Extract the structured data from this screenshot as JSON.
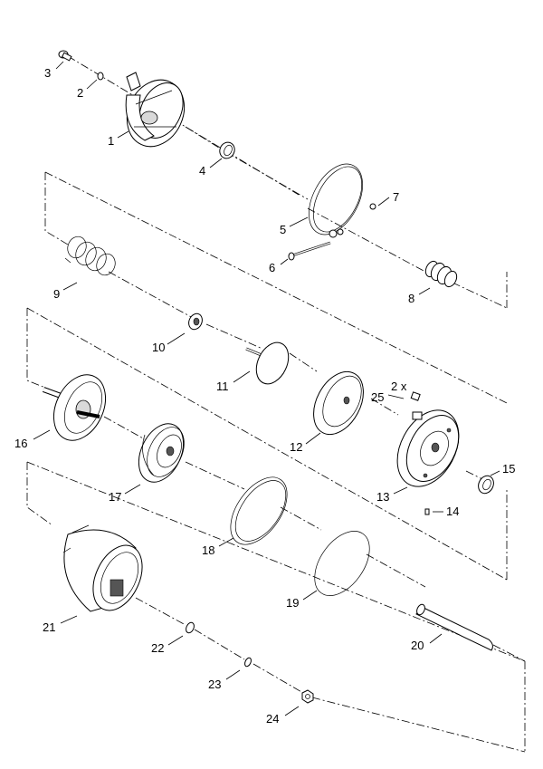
{
  "diagram": {
    "type": "exploded-parts-view",
    "callouts": [
      {
        "id": "c1",
        "text": "1"
      },
      {
        "id": "c2",
        "text": "2"
      },
      {
        "id": "c3",
        "text": "3"
      },
      {
        "id": "c4",
        "text": "4"
      },
      {
        "id": "c5",
        "text": "5"
      },
      {
        "id": "c6",
        "text": "6"
      },
      {
        "id": "c7",
        "text": "7"
      },
      {
        "id": "c8",
        "text": "8"
      },
      {
        "id": "c9",
        "text": "9"
      },
      {
        "id": "c10",
        "text": "10"
      },
      {
        "id": "c11",
        "text": "11"
      },
      {
        "id": "c12",
        "text": "12"
      },
      {
        "id": "c13",
        "text": "13"
      },
      {
        "id": "c14",
        "text": "14"
      },
      {
        "id": "c15",
        "text": "15"
      },
      {
        "id": "c16",
        "text": "16"
      },
      {
        "id": "c17",
        "text": "17"
      },
      {
        "id": "c18",
        "text": "18"
      },
      {
        "id": "c19",
        "text": "19"
      },
      {
        "id": "c20",
        "text": "20"
      },
      {
        "id": "c21",
        "text": "21"
      },
      {
        "id": "c22",
        "text": "22"
      },
      {
        "id": "c23",
        "text": "23"
      },
      {
        "id": "c24",
        "text": "24"
      },
      {
        "id": "c25",
        "text": "25"
      }
    ],
    "quantity_note": "2 x"
  },
  "colors": {
    "line": "#000000",
    "background": "#ffffff",
    "shade": "#d9d9d9"
  }
}
